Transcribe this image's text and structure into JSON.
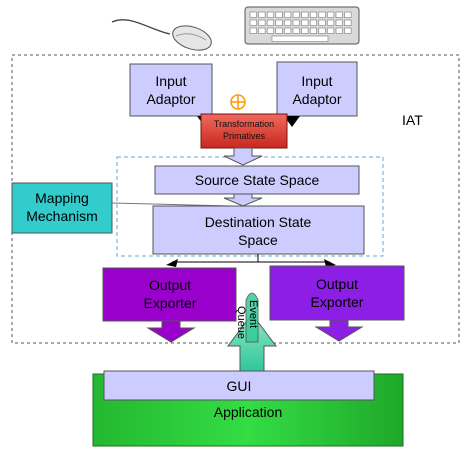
{
  "labels": {
    "iat": "IAT",
    "input_adaptor_left_1": "Input",
    "input_adaptor_left_2": "Adaptor",
    "input_adaptor_right_1": "Input",
    "input_adaptor_right_2": "Adaptor",
    "transformation_1": "Transformation",
    "transformation_2": "Primatives",
    "source_state_space": "Source State Space",
    "mapping_1": "Mapping",
    "mapping_2": "Mechanism",
    "destination_1": "Destination State",
    "destination_2": "Space",
    "output_left_1": "Output",
    "output_left_2": "Exporter",
    "output_right_1": "Output",
    "output_right_2": "Exporter",
    "event_queue_1": "Event",
    "event_queue_2": "Queue",
    "gui": "GUI",
    "application": "Application"
  },
  "icons": {
    "mouse": "computer-mouse-icon",
    "keyboard": "keyboard-icon",
    "combine": "circle-plus-icon"
  },
  "colors": {
    "input_box": "#ccccff",
    "transformation_box": "#e8433a",
    "mapping_box": "#33cccc",
    "output_left": "#9900cc",
    "output_right": "#8c1ee6",
    "event_arrow": "#33cc99",
    "gui_box": "#ccccff",
    "application_box": "#2ecc40",
    "dashed_border": "#555555",
    "inner_dashed": "#66aacc",
    "combine_symbol": "#ff9900"
  }
}
